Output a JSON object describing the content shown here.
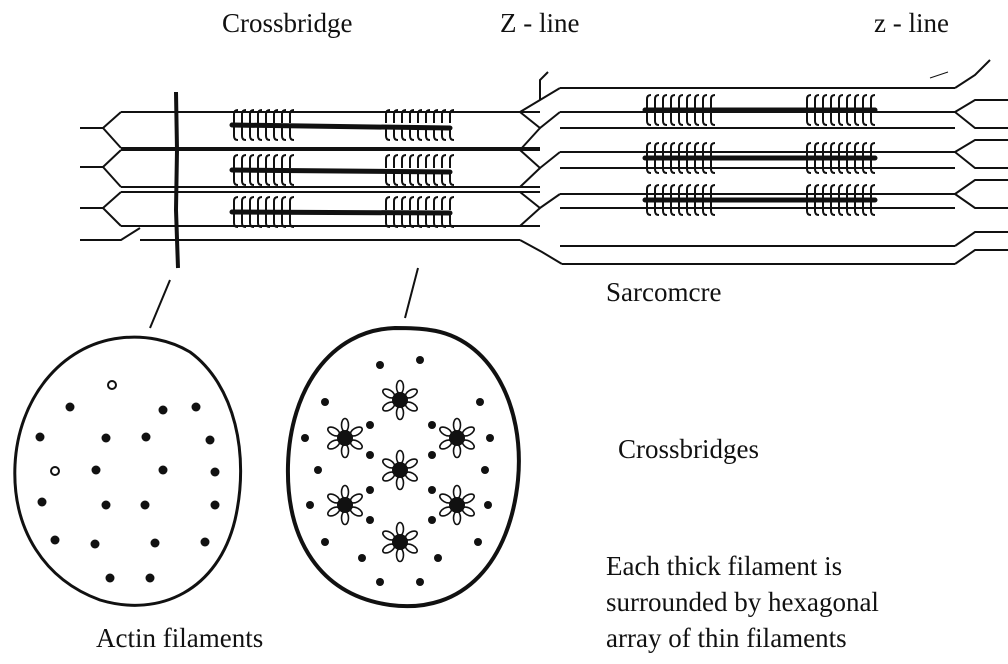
{
  "labels": {
    "crossbridge": "Crossbridge",
    "z_line_upper": "Z - line",
    "z_line_lower": "z - line",
    "sarcomere": "Sarcomcre",
    "crossbridges": "Crossbridges",
    "description_line1": "Each thick filament is",
    "description_line2": "surrounded by hexagonal",
    "description_line3": "array of thin filaments",
    "actin_filaments": "Actin filaments"
  },
  "colors": {
    "ink": "#111111",
    "background": "#ffffff"
  }
}
